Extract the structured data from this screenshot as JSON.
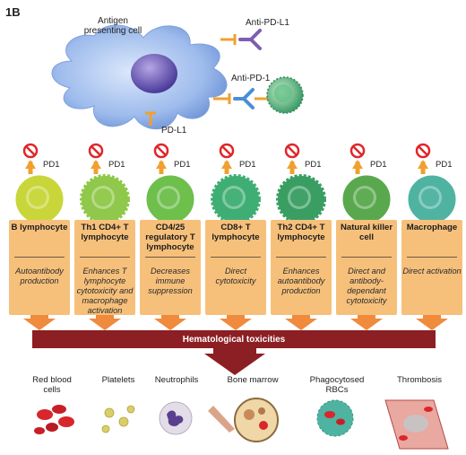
{
  "panel_label": "1B",
  "top": {
    "apc_label": "Antigen presenting cell",
    "anti_pdl1_label": "Anti-PD-L1",
    "anti_pd1_label": "Anti-PD-1",
    "pdl1_label": "PD-L1"
  },
  "pd1_label": "PD1",
  "cells": [
    {
      "name": "B lymphocyte",
      "effect": "Autoantibody production",
      "color": "#c8d63a"
    },
    {
      "name": "Th1 CD4+ T lymphocyte",
      "effect": "Enhances T lymphocyte cytotoxicity and macrophage activation",
      "color": "#8fc84a"
    },
    {
      "name": "CD4/25 regulatory T lymphocyte",
      "effect": "Decreases immune suppression",
      "color": "#6ebf4c"
    },
    {
      "name": "CD8+ T lymphocyte",
      "effect": "Direct cytotoxicity",
      "color": "#3fae74"
    },
    {
      "name": "Th2 CD4+ T lymphocyte",
      "effect": "Enhances autoantibody production",
      "color": "#3a9e63"
    },
    {
      "name": "Natural killer cell",
      "effect": "Direct and antibody-dependant cytotoxicity",
      "color": "#5aa84e"
    },
    {
      "name": "Macrophage",
      "effect": "Direct activation",
      "color": "#4fb3a2"
    }
  ],
  "toxicity_label": "Hematological toxicities",
  "outcomes": [
    "Red blood cells",
    "Platelets",
    "Neutrophils",
    "Bone marrow",
    "Phagocytosed RBCs",
    "Thrombosis"
  ],
  "colors": {
    "card": "#f6c07b",
    "arrow": "#f08a3c",
    "bar": "#8c1f23",
    "apc": "#8fb0e8",
    "no_sign": "#e0262a"
  }
}
